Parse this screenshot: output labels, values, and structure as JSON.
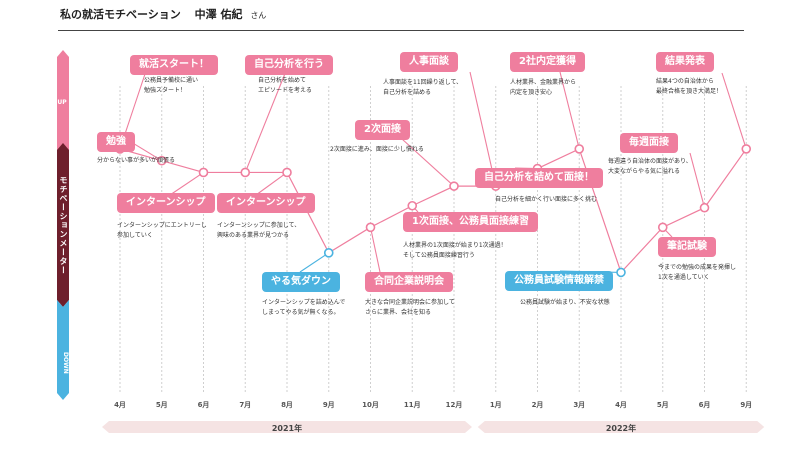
{
  "header": {
    "title": "私の就活モチベーション",
    "name": "中澤 佑紀",
    "suffix": "さん"
  },
  "axis": {
    "up": "UP",
    "middle": "モチベーションメーター",
    "down": "DOWN"
  },
  "colors": {
    "pink": "#ef7e9e",
    "blue": "#4bb3e0",
    "dark": "#6e1f2c",
    "band": "#f5e3e3"
  },
  "chart_data": {
    "type": "line",
    "title": "私の就活モチベーション",
    "y_levels": [
      "DOWN",
      "UP"
    ],
    "categories": [
      "4月",
      "5月",
      "6月",
      "7月",
      "8月",
      "9月",
      "10月",
      "11月",
      "12月",
      "1月",
      "2月",
      "3月",
      "4月",
      "5月",
      "6月",
      "9月"
    ],
    "years": [
      {
        "label": "2021年",
        "start": 0,
        "end": 8
      },
      {
        "label": "2022年",
        "start": 9,
        "end": 15
      }
    ],
    "series": [
      {
        "values": [
          7.3,
          6.7,
          6.1,
          6.1,
          6.1,
          2.0,
          3.3,
          4.4,
          5.4,
          5.4,
          6.3,
          7.3,
          1.0,
          3.3,
          4.3,
          7.3
        ]
      }
    ],
    "ylim": [
      0,
      10
    ],
    "low_points": [
      5,
      12
    ],
    "annotations": [
      {
        "index": 0,
        "label": "就活スタート！",
        "color": "pink",
        "desc": [
          "公務員予備校に通い",
          "勉強スタート！"
        ]
      },
      {
        "index": 1,
        "label": "勉強",
        "color": "pink",
        "desc": [
          "分からない事が多いが頑張る"
        ]
      },
      {
        "index": 2,
        "label": "インターンシップ",
        "color": "pink",
        "desc": [
          "インターンシップにエントリーし",
          "参加していく"
        ]
      },
      {
        "index": 3,
        "label": "自己分析を行う",
        "color": "pink",
        "desc": [
          "自己分析を始めて",
          "エピソードを考える"
        ]
      },
      {
        "index": 4,
        "label": "インターンシップ",
        "color": "pink",
        "desc": [
          "インターンシップに参加して、",
          "興味のある業界が見つかる"
        ]
      },
      {
        "index": 5,
        "label": "やる気ダウン",
        "color": "blue",
        "desc": [
          "インターンシップを詰め込んで",
          "しまってやる気が無くなる。"
        ]
      },
      {
        "index": 6,
        "label": "合同企業説明会",
        "color": "pink",
        "desc": [
          "大きな合同企業説明会に参加して",
          "さらに業界、会社を知る"
        ]
      },
      {
        "index": 7,
        "label": "1次面接、公務員面接練習",
        "color": "pink",
        "desc": [
          "人材業界の1次面接が始まり1次通過！",
          "そして公務員面接練習行う"
        ]
      },
      {
        "index": 8,
        "label": "2次面接",
        "color": "pink",
        "desc": [
          "2次面接に進み、面接に少し慣れる"
        ]
      },
      {
        "index": 9,
        "label": "人事面談",
        "color": "pink",
        "desc": [
          "人事面談を11回繰り返して、",
          "自己分析を詰める"
        ]
      },
      {
        "index": 10,
        "label": "自己分析を詰めて面接！",
        "color": "pink",
        "desc": [
          "自己分析を細かく行い面接に多く挑む"
        ]
      },
      {
        "index": 11,
        "label": "2社内定獲得",
        "color": "pink",
        "desc": [
          "人材業界、金融業界から",
          "内定を頂き安心"
        ]
      },
      {
        "index": 12,
        "label": "公務員試験情報解禁",
        "color": "blue",
        "desc": [
          "公務員試験が始まり、不安な状態"
        ]
      },
      {
        "index": 13,
        "label": "筆記試験",
        "color": "pink",
        "desc": [
          "今までの勉強の成果を発揮し",
          "1次を通過していく"
        ]
      },
      {
        "index": 14,
        "label": "毎週面接",
        "color": "pink",
        "desc": [
          "毎週違う自治体の面接があり、",
          "大変ながらやる気に溢れる"
        ]
      },
      {
        "index": 15,
        "label": "結果発表",
        "color": "pink",
        "desc": [
          "結果4つの自治体から",
          "最終合格を頂き大満足！"
        ]
      }
    ]
  }
}
